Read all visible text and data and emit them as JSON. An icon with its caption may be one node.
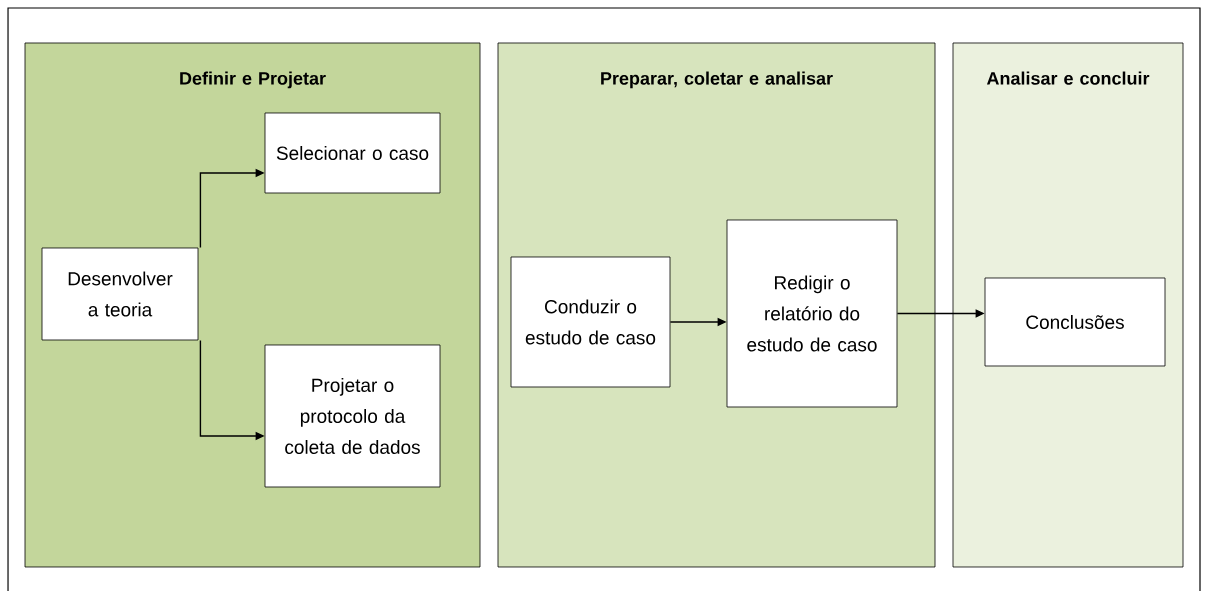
{
  "diagram": {
    "nodes": [
      {
        "text": [
          "Definir e Projetar"
        ]
      },
      {
        "text": [
          "Desenvolver a teoria"
        ],
        "in": 0
      },
      {
        "text": [
          "Selecionar o caso"
        ],
        "in": 0
      },
      {
        "text": [
          "Projetar o protocolo da coleta de dados"
        ],
        "in": 0
      },
      {
        "text": [
          "Preparar, coletar e analisar"
        ]
      },
      {
        "text": [
          "Conduzir o estudo de caso"
        ],
        "in": 4
      },
      {
        "text": [
          "Redigir o relatório do estudo de caso"
        ],
        "in": 4
      },
      {
        "text": [
          "Analisar e concluir"
        ]
      },
      {
        "text": [
          "Conclusões"
        ],
        "in": 7
      }
    ],
    "edges": [
      {
        "from": 1,
        "to": 2,
        "arrow": "to"
      },
      {
        "from": 1,
        "to": 3,
        "arrow": "to"
      },
      {
        "from": 5,
        "to": 6,
        "arrow": "to"
      },
      {
        "from": 6,
        "to": 8,
        "arrow": "to"
      }
    ]
  }
}
